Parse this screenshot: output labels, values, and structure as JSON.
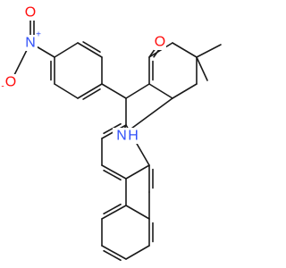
{
  "molecule": {
    "atoms": [
      {
        "id": "nitro_o2",
        "label": "O",
        "charge": "-",
        "color": "#ff0d0d"
      },
      {
        "id": "nitro_n",
        "label": "N",
        "charge": "+",
        "color": "#3050f8"
      },
      {
        "id": "nitro_o1",
        "label": "O",
        "color": "#ff0d0d"
      },
      {
        "id": "ketone_o",
        "label": "O",
        "color": "#ff0d0d"
      },
      {
        "id": "amine_n",
        "label": "N",
        "color": "#3050f8"
      },
      {
        "id": "amine_h",
        "label": "H",
        "color": "#3050f8"
      }
    ],
    "bond_color": "#1a1a1a"
  }
}
